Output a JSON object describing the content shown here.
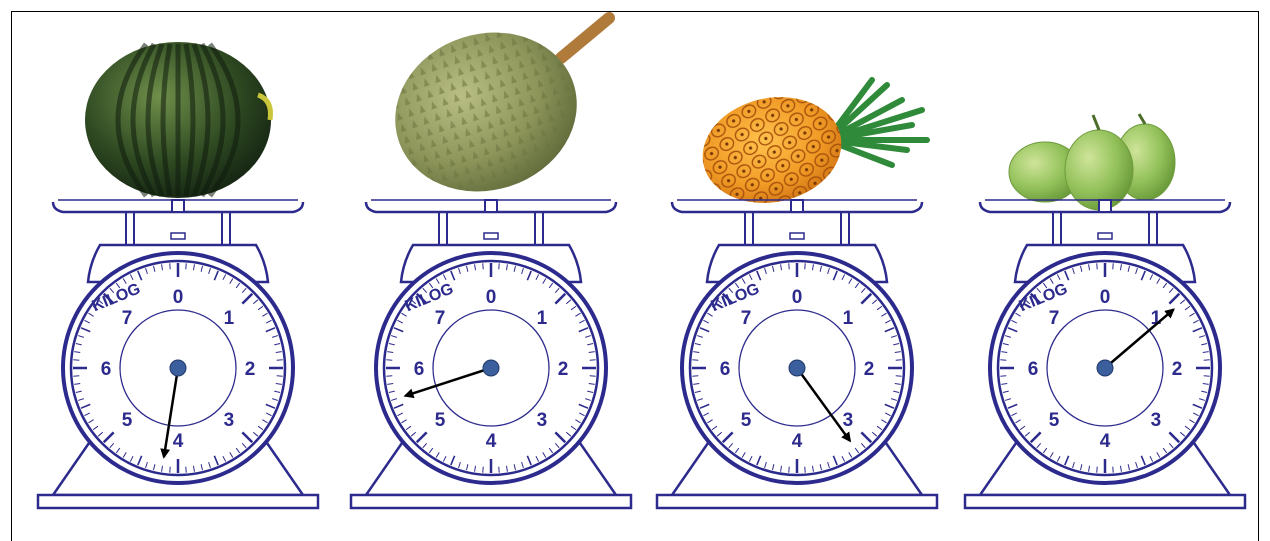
{
  "unit_label": "KILOG",
  "dial_numbers": [
    "0",
    "1",
    "2",
    "3",
    "4",
    "5",
    "6",
    "7"
  ],
  "colors": {
    "scale_ink": "#2c2a8c",
    "hub": "#3a5f9c",
    "arrow": "#000000",
    "frame": "#000000"
  },
  "scales": [
    {
      "item": "watermelon",
      "reading_kg": 4.2
    },
    {
      "item": "durian",
      "reading_kg": 5.6
    },
    {
      "item": "pineapple",
      "reading_kg": 3.2
    },
    {
      "item": "guava",
      "reading_kg": 1.1
    }
  ]
}
